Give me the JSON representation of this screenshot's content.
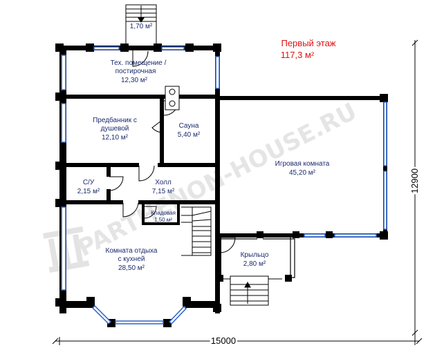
{
  "title": "Первый этаж",
  "total_area": "117,3 м²",
  "watermark": "PARTHENON-HOUSE.RU",
  "rooms": {
    "vestibule": {
      "area": "1,70 м²"
    },
    "tech": {
      "line1": "Тех. помещение /",
      "line2": "постирочная",
      "area": "12,30 м²"
    },
    "predbannik": {
      "line1": "Предбанник с",
      "line2": "душевой",
      "area": "12,10 м²"
    },
    "sauna": {
      "name": "Сауна",
      "area": "5,40 м²"
    },
    "playroom": {
      "name": "Игровая комната",
      "area": "45,20 м²"
    },
    "wc": {
      "name": "С/У",
      "area": "2,15 м²"
    },
    "hall": {
      "name": "Холл",
      "area": "7,15 м²"
    },
    "pantry": {
      "name": "Кладовая",
      "area": "1,50 м²"
    },
    "lounge": {
      "line1": "Комната отдыха",
      "line2": "с кухней",
      "area": "28,50 м²"
    },
    "porch": {
      "name": "Крыльцо",
      "area": "2,80 м²"
    }
  },
  "dimensions": {
    "width": "15000",
    "height": "12900"
  },
  "colors": {
    "wall": "#000000",
    "window": "#2f62c6",
    "label": "#1a2a6c",
    "title": "#e01010"
  }
}
